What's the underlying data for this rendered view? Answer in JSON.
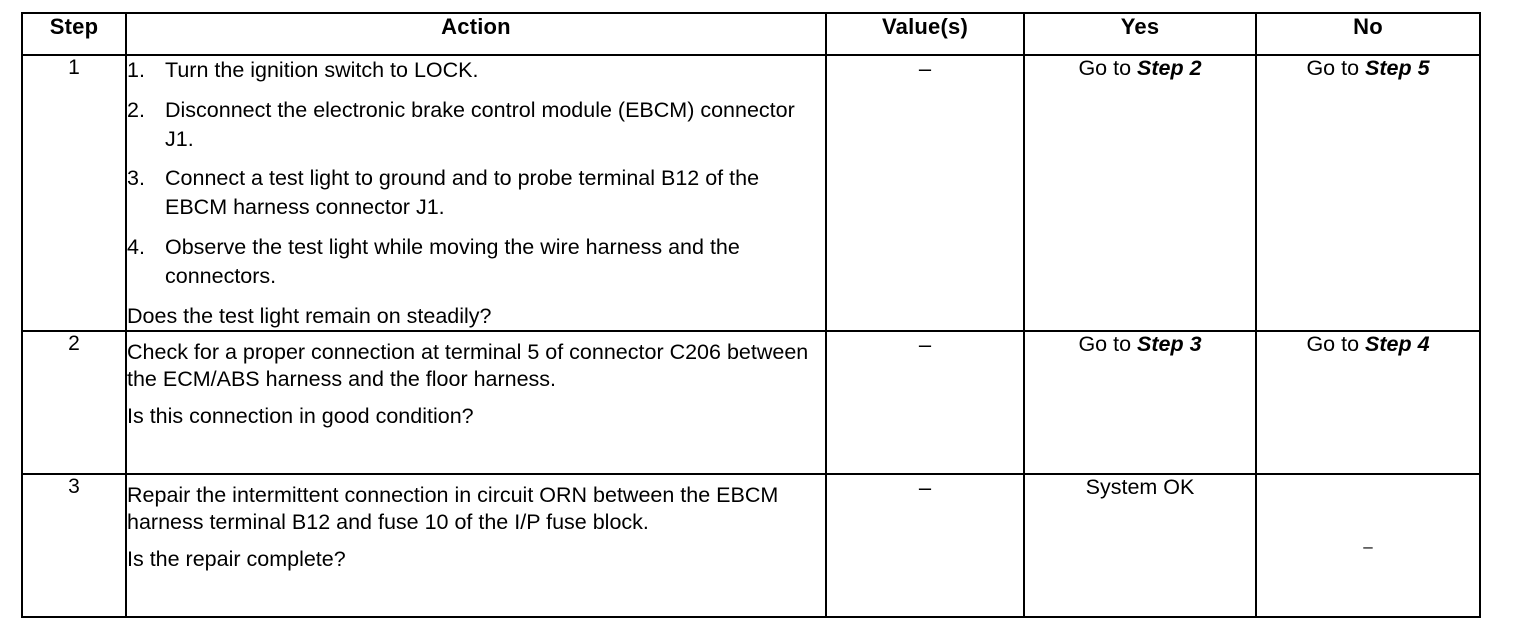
{
  "table": {
    "headers": {
      "step": "Step",
      "action": "Action",
      "value": "Value(s)",
      "yes": "Yes",
      "no": "No"
    },
    "rows": [
      {
        "step": "1",
        "action_items": [
          {
            "marker": "1.",
            "text": "Turn the ignition switch to LOCK."
          },
          {
            "marker": "2.",
            "text": "Disconnect the electronic brake control module (EBCM) connector J1."
          },
          {
            "marker": "3.",
            "text": "Connect a test light to ground and to probe terminal B12 of the EBCM harness connector J1."
          },
          {
            "marker": "4.",
            "text": "Observe the test light while moving the wire harness and the connectors."
          }
        ],
        "question": "Does the test light remain on steadily?",
        "value": "–",
        "yes_prefix": "Go to ",
        "yes_ref": "Step 2",
        "no_prefix": "Go to ",
        "no_ref": "Step 5"
      },
      {
        "step": "2",
        "paragraph": "Check for a proper connection at terminal 5 of connector C206 between the ECM/ABS harness and the floor harness.",
        "question": "Is this connection in good condition?",
        "value": "–",
        "yes_prefix": "Go to ",
        "yes_ref": "Step 3",
        "no_prefix": "Go to ",
        "no_ref": "Step 4"
      },
      {
        "step": "3",
        "paragraph": "Repair the intermittent connection in circuit ORN between the EBCM harness terminal B12 and fuse 10 of the I/P fuse block.",
        "question": "Is the repair complete?",
        "value": "–",
        "yes_text": "System OK",
        "no_text": "–"
      }
    ]
  },
  "colors": {
    "border": "#000000",
    "text": "#000000",
    "background": "#ffffff"
  }
}
